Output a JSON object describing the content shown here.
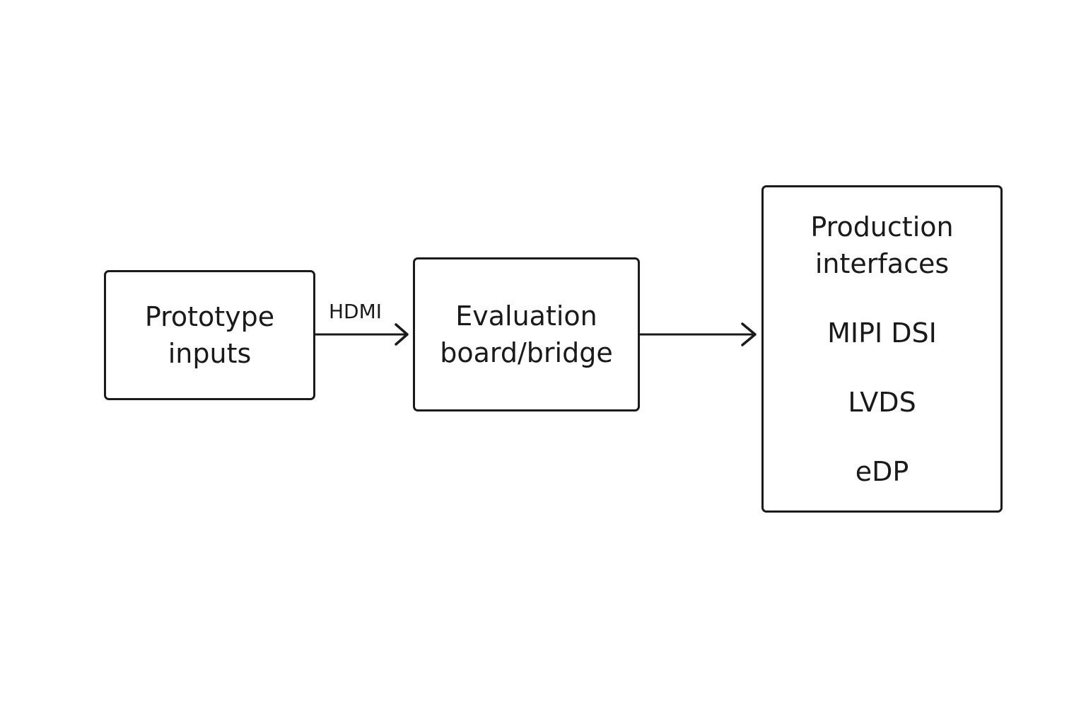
{
  "diagram": {
    "nodes": [
      {
        "id": "prototype",
        "lines": [
          "Prototype",
          "inputs"
        ]
      },
      {
        "id": "eval",
        "lines": [
          "Evaluation",
          "board/bridge"
        ]
      },
      {
        "id": "production",
        "title_lines": [
          "Production",
          "interfaces"
        ],
        "items": [
          "MIPI DSI",
          "LVDS",
          "eDP"
        ]
      }
    ],
    "edges": [
      {
        "from": "prototype",
        "to": "eval",
        "label": "HDMI"
      },
      {
        "from": "eval",
        "to": "production",
        "label": ""
      }
    ],
    "colors": {
      "stroke": "#1a1a1a",
      "background": "#ffffff"
    }
  }
}
